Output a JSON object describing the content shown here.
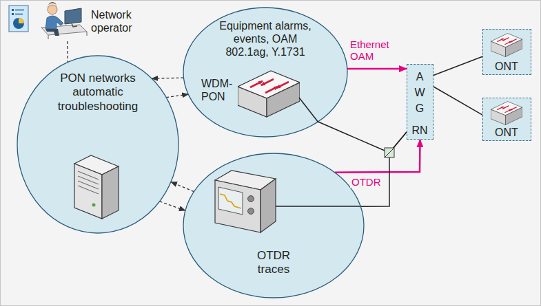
{
  "diagram": {
    "nodes": [
      {
        "text": [
          "Network operator"
        ]
      },
      {
        "text": [
          "PON networks automatic troubleshooting"
        ]
      },
      {
        "text": [
          "Equipment alarms, events, OAM 802.1ag, Y.1731",
          "WDM-PON"
        ]
      },
      {
        "text": [
          "OTDR traces"
        ]
      },
      {
        "text": [
          "AWG",
          "RN"
        ]
      },
      {
        "text": [
          "ONT"
        ]
      },
      {
        "text": [
          "ONT"
        ]
      }
    ],
    "edges": [
      {
        "from": 0,
        "to": 1,
        "arrow": "none"
      },
      {
        "from": 2,
        "to": 1,
        "arrow": "to"
      },
      {
        "from": 1,
        "to": 2,
        "arrow": "to"
      },
      {
        "from": 3,
        "to": 1,
        "arrow": "to"
      },
      {
        "from": 1,
        "to": 3,
        "arrow": "to"
      },
      {
        "from": 2,
        "to": 4,
        "arrow": "to",
        "label": "Ethernet OAM"
      },
      {
        "from": 3,
        "to": 4,
        "arrow": "to",
        "label": "OTDR"
      },
      {
        "from": 2,
        "to": 4,
        "arrow": "none"
      },
      {
        "from": 3,
        "to": 4,
        "arrow": "none"
      },
      {
        "from": 4,
        "to": 5,
        "arrow": "none"
      },
      {
        "from": 4,
        "to": 6,
        "arrow": "none"
      }
    ]
  }
}
